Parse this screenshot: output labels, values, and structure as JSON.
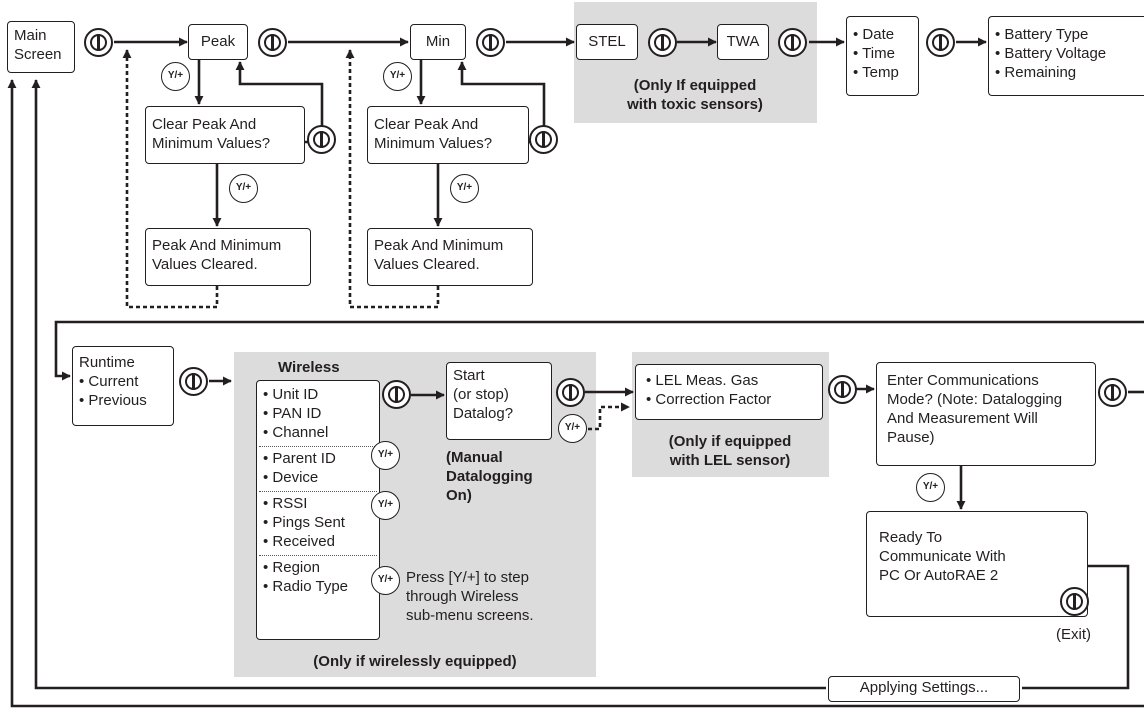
{
  "boxes": {
    "main_screen": [
      "Main",
      "Screen"
    ],
    "peak": "Peak",
    "min": "Min",
    "stel": "STEL",
    "twa": "TWA",
    "date_time_temp": [
      "• Date",
      "• Time",
      "• Temp"
    ],
    "battery": [
      "• Battery Type",
      "• Battery Voltage",
      "• Remaining"
    ],
    "clear_peak_1": [
      "Clear Peak And",
      "Minimum Values?"
    ],
    "cleared_1": [
      "Peak And Minimum",
      "Values Cleared."
    ],
    "clear_peak_2": [
      "Clear Peak And",
      "Minimum Values?"
    ],
    "cleared_2": [
      "Peak And Minimum",
      "Values Cleared."
    ],
    "runtime": [
      "Runtime",
      "• Current",
      "• Previous"
    ],
    "wireless_groups": [
      [
        "• Unit ID",
        "• PAN ID",
        "• Channel"
      ],
      [
        "• Parent ID",
        "• Device"
      ],
      [
        "• RSSI",
        "• Pings Sent",
        "• Received"
      ],
      [
        "• Region",
        "• Radio Type"
      ]
    ],
    "datalog": [
      "Start",
      "(or stop)",
      "Datalog?"
    ],
    "lel": [
      "• LEL Meas. Gas",
      "• Correction Factor"
    ],
    "enter_comm": [
      "Enter Communications",
      "Mode? (Note: Datalogging",
      "And Measurement Will",
      "Pause)"
    ],
    "ready": [
      "Ready To",
      "Communicate With",
      "PC Or AutoRAE 2"
    ],
    "applying": "Applying Settings..."
  },
  "notes": {
    "toxic": [
      "(Only If equipped",
      "with toxic sensors)"
    ],
    "wireless_title": "Wireless",
    "wireless_only": "(Only if wirelessly equipped)",
    "manual_datalog": [
      "(Manual",
      "Datalogging",
      "On)"
    ],
    "lel_only": [
      "(Only if equipped",
      "with LEL sensor)"
    ],
    "press_hint": [
      "Press [Y/+] to step",
      "through Wireless",
      "sub-menu screens."
    ],
    "exit": "(Exit)"
  },
  "button_labels": {
    "yplus": "Y/+"
  },
  "colors": {
    "line": "#231f20",
    "gray_region": "#dcdcdc",
    "background": "#ffffff"
  }
}
